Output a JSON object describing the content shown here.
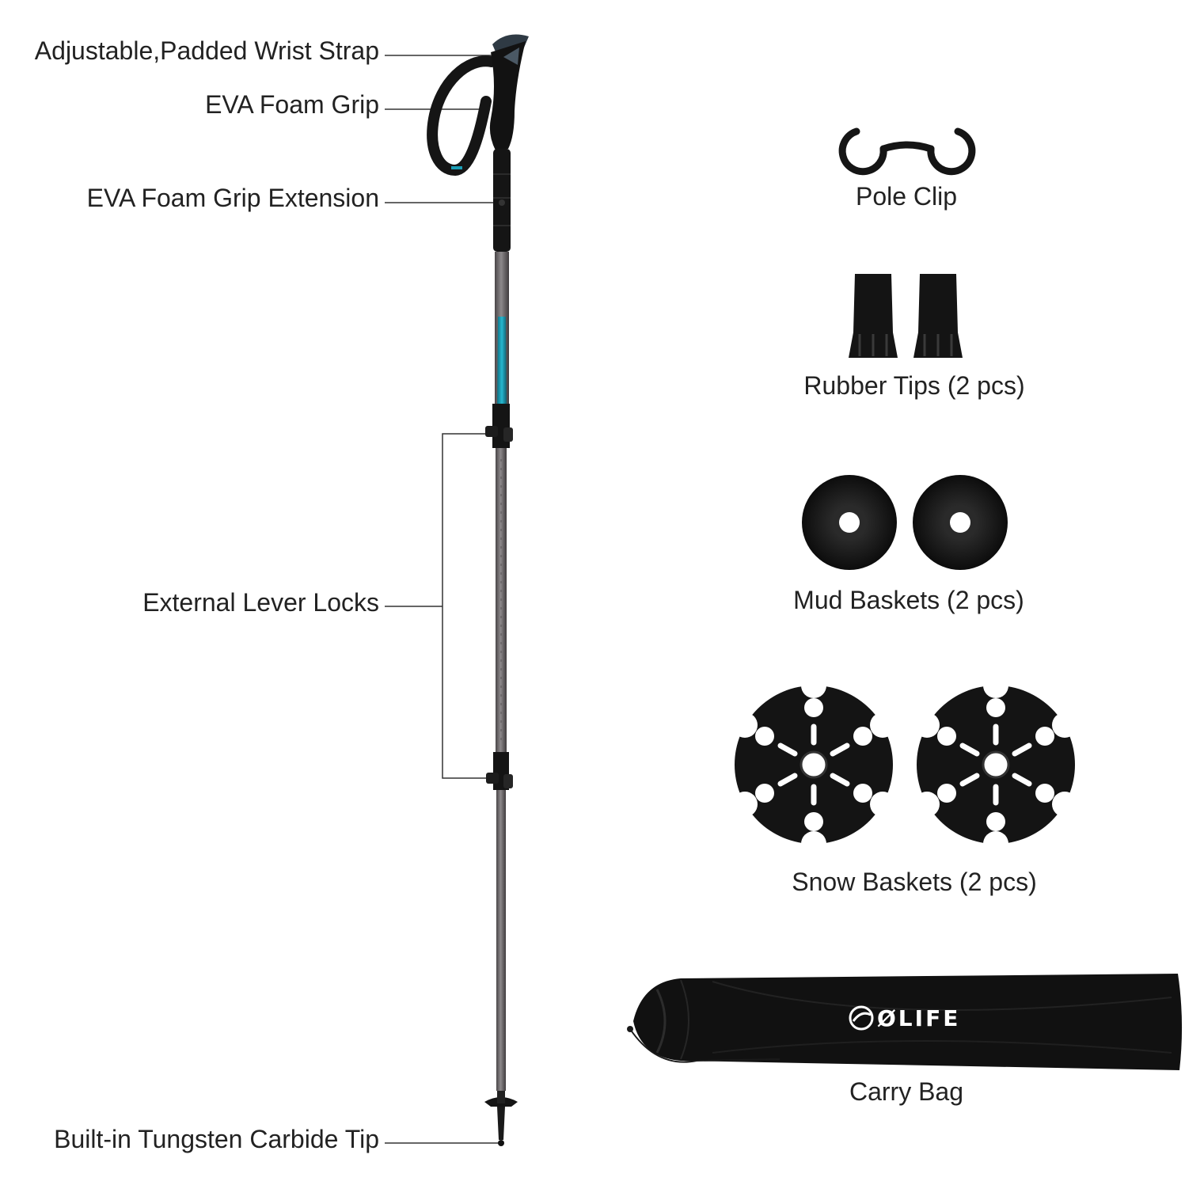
{
  "pole_labels": {
    "strap": "Adjustable,Padded Wrist Strap",
    "grip": "EVA Foam Grip",
    "grip_extension": "EVA Foam Grip Extension",
    "lever_locks": "External Lever Locks",
    "tip": "Built-in Tungsten Carbide Tip"
  },
  "accessories": {
    "pole_clip": "Pole Clip",
    "rubber_tips": "Rubber Tips (2 pcs)",
    "mud_baskets": "Mud Baskets (2 pcs)",
    "snow_baskets": "Snow Baskets (2 pcs)",
    "carry_bag": "Carry Bag"
  },
  "brand": "ØLIFE",
  "colors": {
    "accent_teal": "#1a9db5",
    "shaft_gray": "#6e6a6c",
    "black": "#111111"
  }
}
